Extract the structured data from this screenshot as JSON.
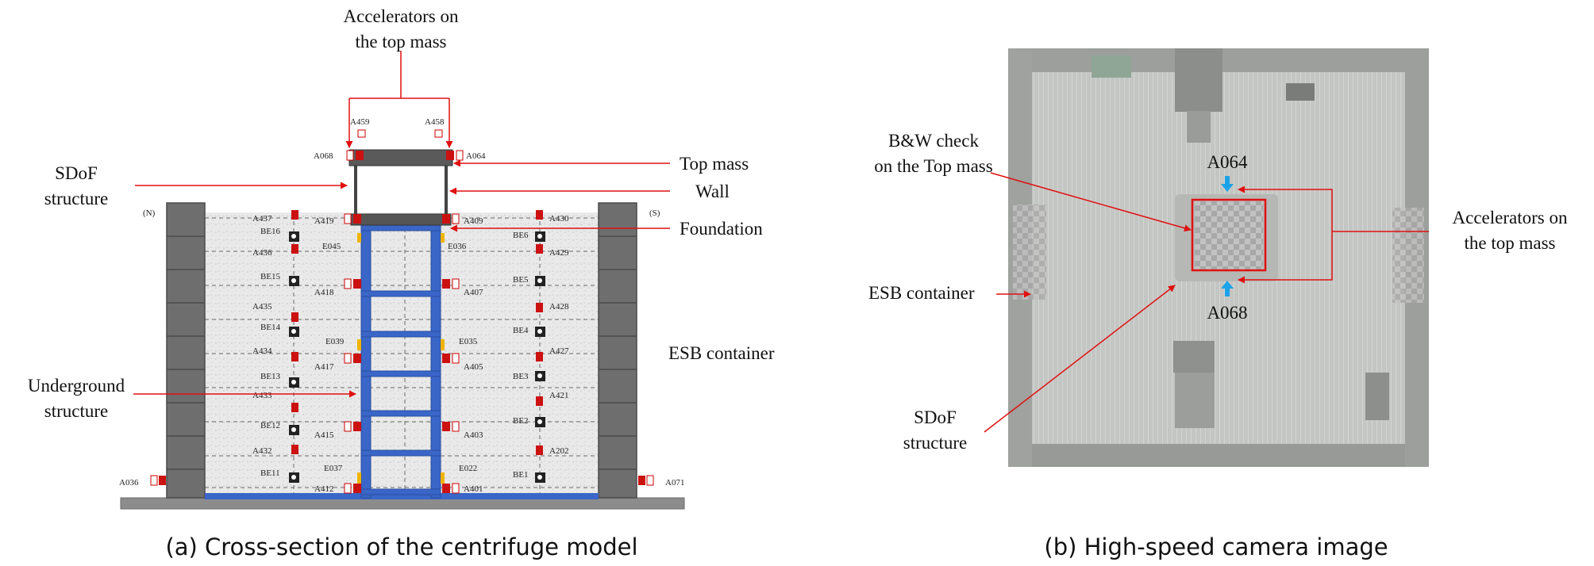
{
  "panel_a": {
    "caption": "(a) Cross-section of the centrifuge model",
    "title_line1": "Accelerators on",
    "title_line2": "the top mass",
    "labels": {
      "sdof_line1": "SDoF",
      "sdof_line2": "structure",
      "underground_line1": "Underground",
      "underground_line2": "structure",
      "top_mass": "Top mass",
      "wall": "Wall",
      "foundation": "Foundation",
      "esb_container": "ESB container",
      "north": "(N)",
      "south": "(S)"
    },
    "top_sensors": {
      "a459": "A459",
      "a458": "A458",
      "a068": "A068",
      "a064": "A064"
    },
    "structure_sensors": {
      "a419": "A419",
      "a409": "A409",
      "a418": "A418",
      "a407": "A407",
      "a417": "A417",
      "a405": "A405",
      "a415": "A415",
      "a403": "A403",
      "a412": "A412",
      "a401": "A401"
    },
    "strain_gauges": {
      "e045": "E045",
      "e036": "E036",
      "e039": "E039",
      "e035": "E035",
      "e037": "E037",
      "e022": "E022"
    },
    "soil_left_acc": {
      "a437": "A437",
      "a436": "A436",
      "a435": "A435",
      "a434": "A434",
      "a433": "A433",
      "a432": "A432"
    },
    "soil_left_be": {
      "be16": "BE16",
      "be15": "BE15",
      "be14": "BE14",
      "be13": "BE13",
      "be12": "BE12",
      "be11": "BE11"
    },
    "soil_right_acc": {
      "a430": "A430",
      "a429": "A429",
      "a428": "A428",
      "a427": "A427",
      "a421": "A421",
      "a202": "A202"
    },
    "soil_right_be": {
      "be6": "BE6",
      "be5": "BE5",
      "be4": "BE4",
      "be3": "BE3",
      "be2": "BE2",
      "be1": "BE1"
    },
    "base_sensors": {
      "a036": "A036",
      "a071": "A071"
    }
  },
  "panel_b": {
    "caption": "(b) High-speed camera image",
    "labels": {
      "bw_line1": "B&W check",
      "bw_line2": "on the Top mass",
      "a064": "A064",
      "a068": "A068",
      "acc_line1": "Accelerators on",
      "acc_line2": "the top mass",
      "esb_container": "ESB container",
      "sdof_line1": "SDoF",
      "sdof_line2": "structure"
    }
  },
  "colors": {
    "annotation_red": "#e01010",
    "structure_blue": "#3a66c8",
    "sensor_red": "#cc1111",
    "gauge_yellow": "#f0b400",
    "container_gray": "#6e6e6e",
    "arrow_cyan": "#1aa3e8"
  }
}
